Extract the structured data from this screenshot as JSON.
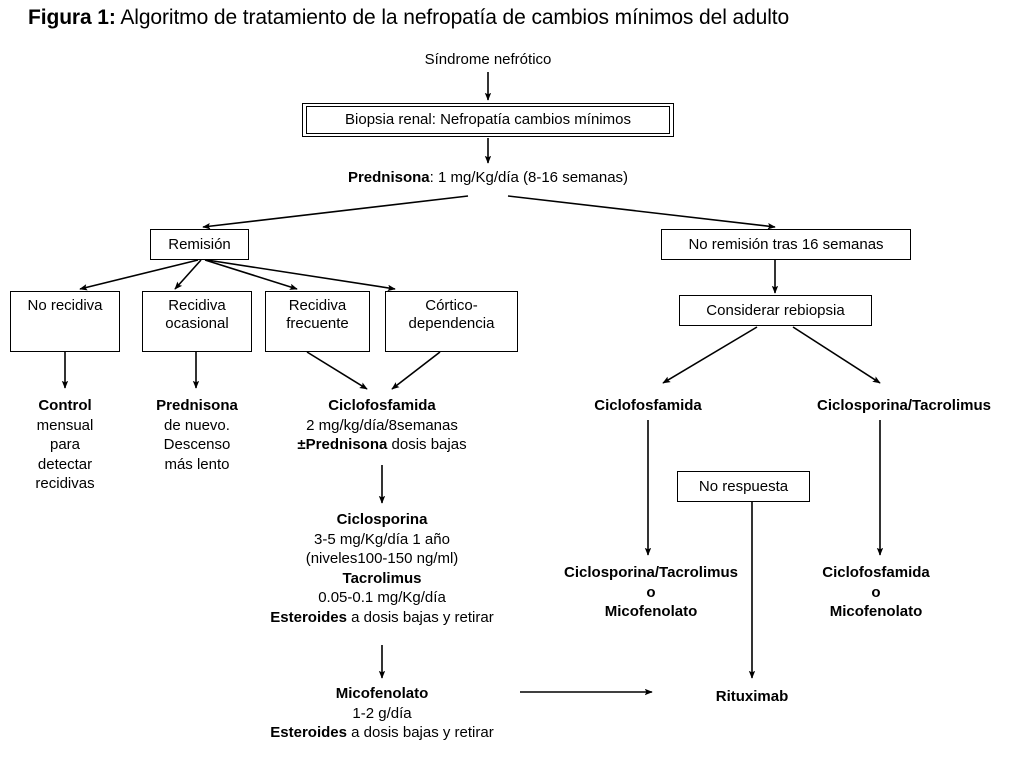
{
  "figure": {
    "label": "Figura 1:",
    "caption": "Algoritmo de tratamiento de la nefropatía de cambios mínimos del adulto"
  },
  "nodes": {
    "sindrome": "Síndrome nefrótico",
    "biopsia": "Biopsia renal: Nefropatía cambios mínimos",
    "prednisona_title": "Prednisona",
    "prednisona_rest": ": 1 mg/Kg/día (8-16 semanas)",
    "remision": "Remisión",
    "no_remision": "No remisión tras 16 semanas",
    "no_recidiva": "No recidiva",
    "recidiva_ocasional_l1": "Recidiva",
    "recidiva_ocasional_l2": "ocasional",
    "recidiva_frecuente_l1": "Recidiva",
    "recidiva_frecuente_l2": "frecuente",
    "cortico_l1": "Córtico-",
    "cortico_l2": "dependencia",
    "considerar_rebiopsia": "Considerar rebiopsia",
    "no_respuesta": "No respuesta"
  },
  "treatments": {
    "control": {
      "l1": "Control",
      "l2": "mensual",
      "l3": "para",
      "l4": "detectar",
      "l5": "recidivas"
    },
    "prednisona_nuevo": {
      "l1": "Prednisona",
      "l2": "de nuevo.",
      "l3": "Descenso",
      "l4": "más lento"
    },
    "ciclofosfamida_centro": {
      "l1": "Ciclofosfamida",
      "l2": "2 mg/kg/día/8semanas",
      "l3_bold": "±Prednisona",
      "l3_rest": " dosis bajas"
    },
    "ciclosporina_centro": {
      "l1": "Ciclosporina",
      "l2": "3-5 mg/Kg/día  1 año",
      "l3": "(niveles100-150 ng/ml)",
      "l4": "Tacrolimus",
      "l5": "0.05-0.1 mg/Kg/día",
      "l6_bold": "Esteroides",
      "l6_rest": " a dosis bajas y retirar"
    },
    "micofenolato_centro": {
      "l1": "Micofenolato",
      "l2": "1-2 g/día",
      "l3_bold": "Esteroides",
      "l3_rest": " a dosis bajas y retirar"
    },
    "ciclofosfamida_der": "Ciclofosfamida",
    "ciclosporina_tacrolimus_der": "Ciclosporina/Tacrolimus",
    "rama_izq_final": {
      "l1": "Ciclosporina/Tacrolimus",
      "l2": "o",
      "l3": "Micofenolato"
    },
    "rama_der_final": {
      "l1": "Ciclofosfamida",
      "l2": "o",
      "l3": "Micofenolato"
    },
    "rituximab": "Rituximab"
  },
  "colors": {
    "stroke": "#000000",
    "background": "#ffffff",
    "text": "#000000"
  }
}
